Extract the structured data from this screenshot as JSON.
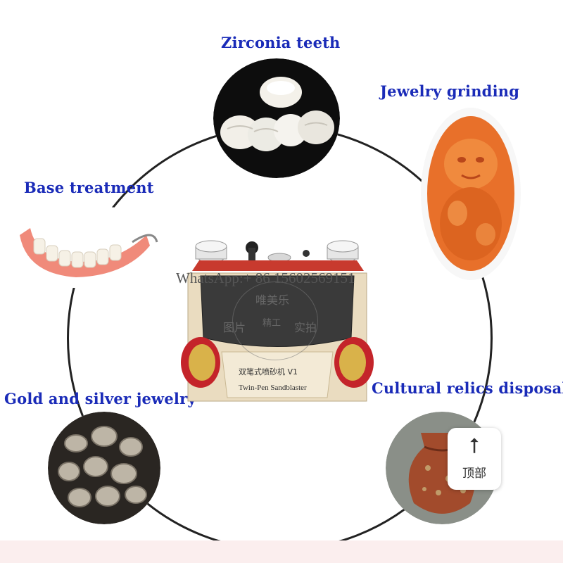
{
  "labels": {
    "zirconia": "Zirconia teeth",
    "jewelry_grinding": "Jewelry grinding",
    "base_treatment": "Base treatment",
    "gold_silver": "Gold and silver jewelry",
    "cultural_relics": "Cultural relics disposal"
  },
  "product": {
    "front_label_cn": "双笔式喷砂机 V1",
    "front_label_en": "Twin-Pen Sandblaster"
  },
  "watermark": {
    "contact": "WhatsApp:+ 86 15602569151",
    "seal_top": "唯美乐",
    "seal_left": "图片",
    "seal_center": "精工",
    "seal_right": "实拍"
  },
  "back_to_top": {
    "icon": "arrow-up-icon",
    "label": "顶部"
  },
  "colors": {
    "label_blue": "#1a2bb8",
    "machine_body": "#e9dcc0",
    "port_red": "#c4242a",
    "port_gold": "#d9b24a"
  }
}
